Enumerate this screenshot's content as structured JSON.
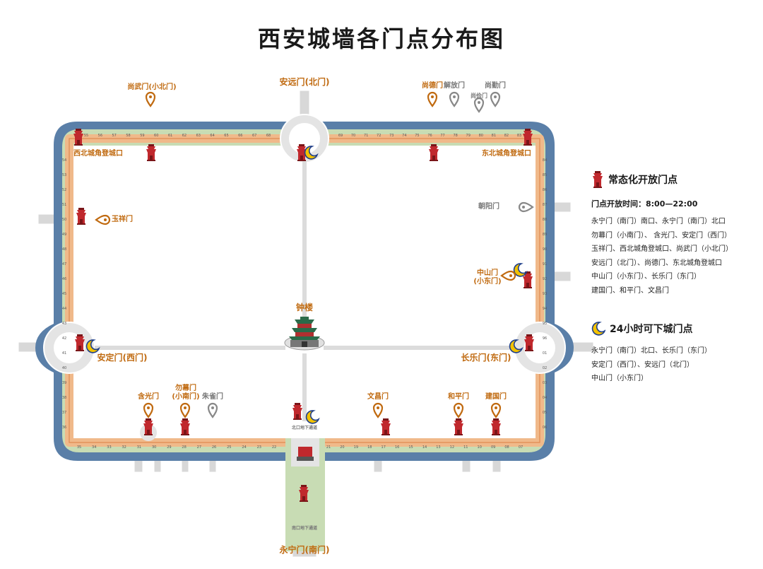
{
  "title": "西安城墙各门点分布图",
  "gates": {
    "north": "安远门(北门)",
    "south": "永宁门(南门)",
    "west": "安定门(西门)",
    "east": "长乐门(东门)",
    "shangwu": "尚武门(小北门)",
    "shangde": "尚德门",
    "jiefang": "解放门",
    "shangjian": "尚俭门",
    "shangqin": "尚勤门",
    "nw_corner": "西北城角登城口",
    "ne_corner": "东北城角登城口",
    "yuxiang": "玉祥门",
    "chaoyang": "朝阳门",
    "zhongshan": "中山门\n(小东门)",
    "hanguang": "含光门",
    "wumu": "勿幕门\n(小南门)",
    "zhuque": "朱雀门",
    "wenchang": "文昌门",
    "heping": "和平门",
    "jianguo": "建国门",
    "bell_tower": "钟楼",
    "south_north_exit": "北口地下通道",
    "south_south_exit": "南口地下通道"
  },
  "legend": {
    "regular_title": "常态化开放门点",
    "hours": "门点开放时间：8:00—22:00",
    "regular_lines": [
      "永宁门（南门）南口、永宁门（南门）北口",
      "勿幕门（小南门）、 含光门、安定门（西门）",
      "玉祥门、西北城角登城口、尚武门（小北门）",
      "安远门（北门）、尚德门、东北城角登城口",
      "中山门（小东门）、长乐门（东门）",
      "建国门、和平门、文昌门"
    ],
    "night_title": "24小时可下城门点",
    "night_lines": [
      "永宁门（南门）北口、长乐门（东门）",
      "安定门（西门）、安远门（北门）",
      "中山门（小东门）"
    ]
  },
  "wall_numbers": {
    "north_left": [
      "55",
      "56",
      "57",
      "58",
      "59",
      "60",
      "61",
      "62",
      "63",
      "64",
      "65",
      "66",
      "67",
      "68"
    ],
    "north_right": [
      "69",
      "70",
      "71",
      "72",
      "73",
      "74",
      "75",
      "76",
      "77",
      "78",
      "79",
      "80",
      "81",
      "82",
      "83"
    ],
    "south_left": [
      "35",
      "34",
      "33",
      "32",
      "31",
      "30",
      "29",
      "28",
      "27",
      "26",
      "25",
      "24",
      "23",
      "22"
    ],
    "south_right": [
      "21",
      "20",
      "19",
      "18",
      "17",
      "16",
      "15",
      "14",
      "13",
      "12",
      "11",
      "10",
      "09",
      "08",
      "07"
    ],
    "west": [
      "54",
      "53",
      "52",
      "51",
      "50",
      "49",
      "48",
      "47",
      "46",
      "45",
      "44",
      "43",
      "42",
      "41",
      "40",
      "39",
      "38",
      "37",
      "36"
    ],
    "east": [
      "84",
      "85",
      "86",
      "87",
      "88",
      "89",
      "90",
      "91",
      "92",
      "93",
      "94",
      "95",
      "96",
      "01",
      "02",
      "03",
      "04",
      "05",
      "06"
    ]
  },
  "colors": {
    "moat": "#5a7fa8",
    "grass": "#c8dcb4",
    "wall": "#f0b98a",
    "road": "#d8d8d8",
    "gate_red": "#c0282d",
    "gate_label": "#c06a10",
    "moon": "#f2c100",
    "moon_outline": "#1f3f8a"
  },
  "icons": {
    "regular_gate": "red-gate-tower-icon",
    "night_exit": "crescent-moon-icon",
    "open_pin": "orange-location-pin-icon",
    "closed_pin": "gray-location-pin-icon"
  }
}
